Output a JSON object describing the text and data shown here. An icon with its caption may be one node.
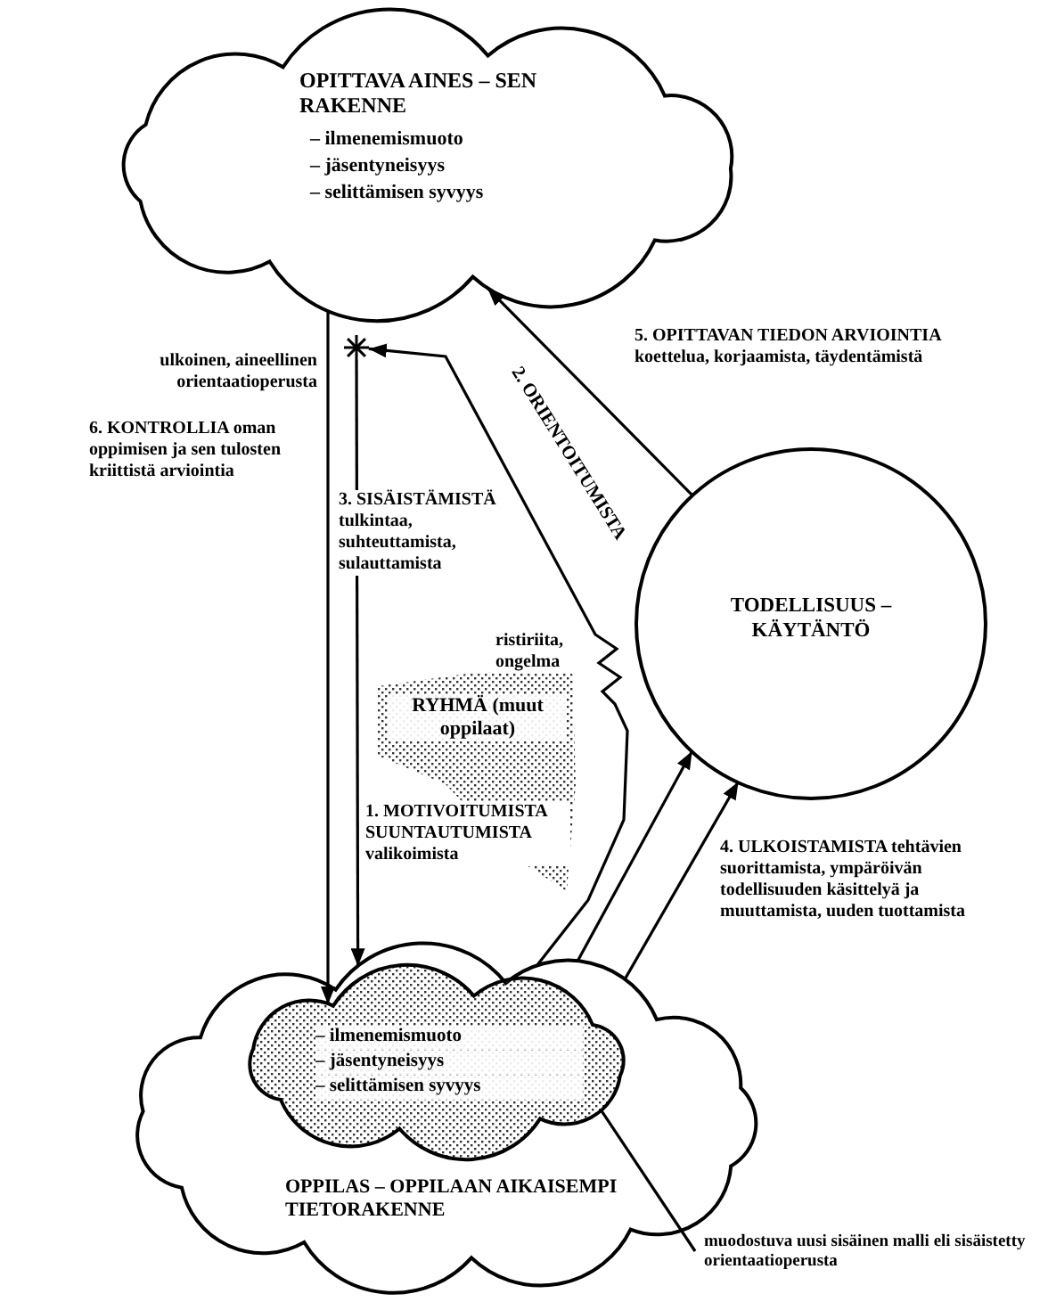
{
  "diagram": {
    "nodes": [
      {
        "text": [
          "OPITTAVA AINES – SEN RAKENNE",
          "– ilmenemismuoto",
          "– jäsentyneisyys",
          "– selittämisen syvyys"
        ]
      },
      {
        "text": [],
        "shape": "asterisk",
        "beside": [
          "ulkoinen, aineellinen orientaatioperusta"
        ]
      },
      {
        "text": [
          "TODELLISUUS – KÄYTÄNTÖ"
        ]
      },
      {
        "text": [
          "RYHMÄ (muut oppilaat)"
        ]
      },
      {
        "text": [
          "OPPILAS – OPPILAAN AIKAISEMPI TIETORAKENNE"
        ]
      },
      {
        "text": [
          "– ilmenemismuoto",
          "– jäsentyneisyys",
          "– selittämisen syvyys"
        ],
        "in": 4
      },
      {
        "text": [
          "muodostuva uusi sisäinen malli eli sisäistetty orientaatioperusta"
        ]
      }
    ],
    "edges": [
      {
        "from": 4,
        "to": 2,
        "arrow": "to"
      },
      {
        "from": 4,
        "to": 2,
        "arrow": "to",
        "label": "4. ULKOISTAMISTA tehtävien suorittamista, ympäröivän todellisuuden käsittelyä ja muuttamista, uuden tuottamista"
      },
      {
        "from": 4,
        "to": 1,
        "arrow": "to",
        "label": "2. ORIENTOITUMISTA"
      },
      {
        "from": 2,
        "to": 0,
        "arrow": "to",
        "label": "5. OPITTAVAN TIEDON ARVIOINTIA koettelua, korjaamista, täydentämistä"
      },
      {
        "from": 1,
        "to": 4,
        "arrow": "to",
        "label": "3. SISÄISTÄMISTÄ tulkintaa, suhteuttamista, sulauttamista"
      },
      {
        "from": 0,
        "to": 5,
        "arrow": "to",
        "label": "6. KONTROLLIA oman oppimisen ja sen tulosten kriittistä arviointia"
      },
      {
        "from": 6,
        "to": 5,
        "arrow": "none"
      }
    ],
    "labels": [
      "ristiriita, ongelma",
      "1. MOTIVOITUMISTA SUUNTAUTUMISTA valikoimista"
    ]
  }
}
